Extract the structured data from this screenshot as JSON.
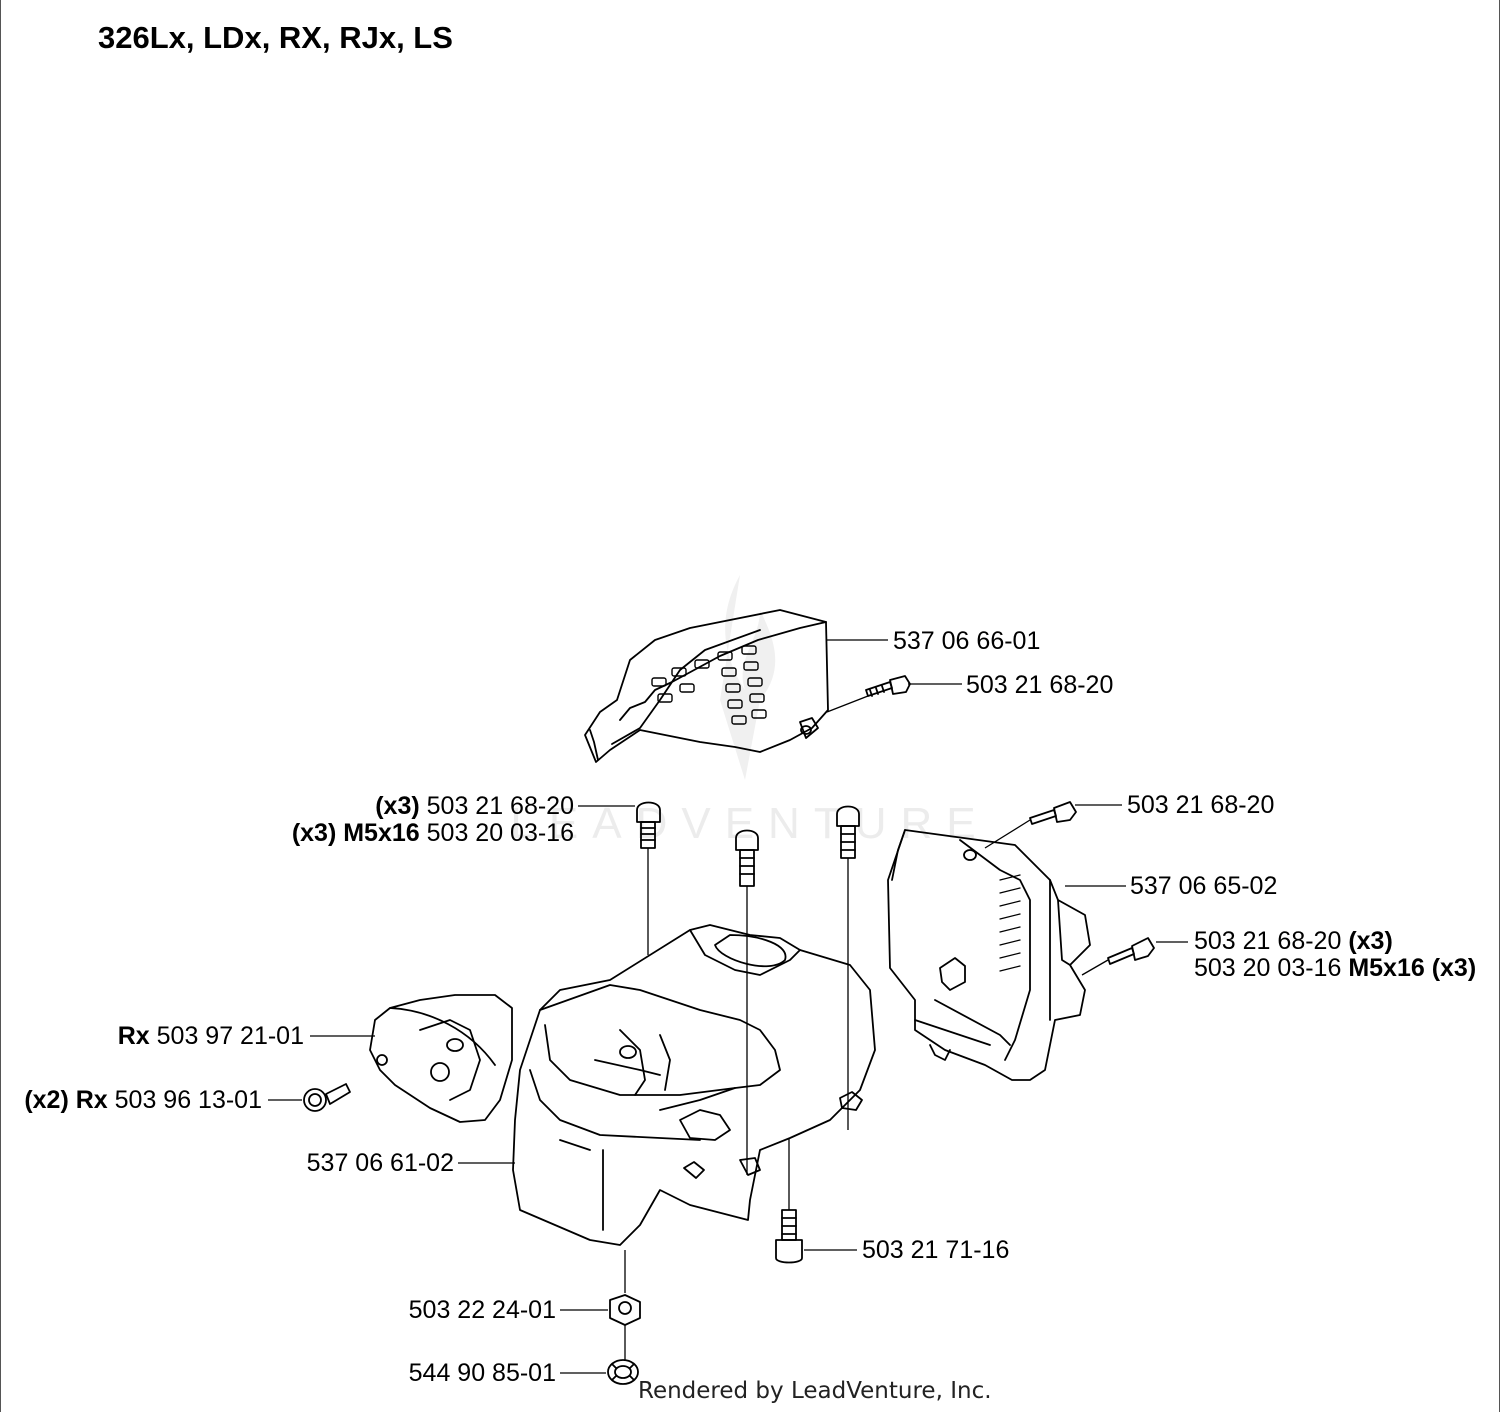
{
  "title": "326Lx, LDx, RX, RJx, LS",
  "watermark": "LEADVENTURE",
  "footer": "Rendered by LeadVenture, Inc.",
  "callouts": {
    "cover_top": {
      "part": "537 06 66-01"
    },
    "cover_top_screw": {
      "part": "503 21 68-20"
    },
    "left_screws": {
      "q1": "(x3)",
      "p1": "503 21 68-20",
      "q2": "(x3) M5x16",
      "p2": "503 20 03-16"
    },
    "right_screw_top": {
      "part": "503 21 68-20"
    },
    "side_cover": {
      "part": "537 06 65-02"
    },
    "right_screws": {
      "p1": "503 21 68-20",
      "q1": "(x3)",
      "p2": "503 20 03-16",
      "q2": "M5x16 (x3)"
    },
    "rx_cover": {
      "q": "Rx",
      "part": "503 97 21-01"
    },
    "rx_screw": {
      "q": "(x2) Rx",
      "part": "503 96 13-01"
    },
    "cylinder_cover": {
      "part": "537 06 61-02"
    },
    "bottom_screw": {
      "part": "503 21 71-16"
    },
    "nut": {
      "part": "503 22 24-01"
    },
    "washer": {
      "part": "544 90 85-01"
    }
  }
}
